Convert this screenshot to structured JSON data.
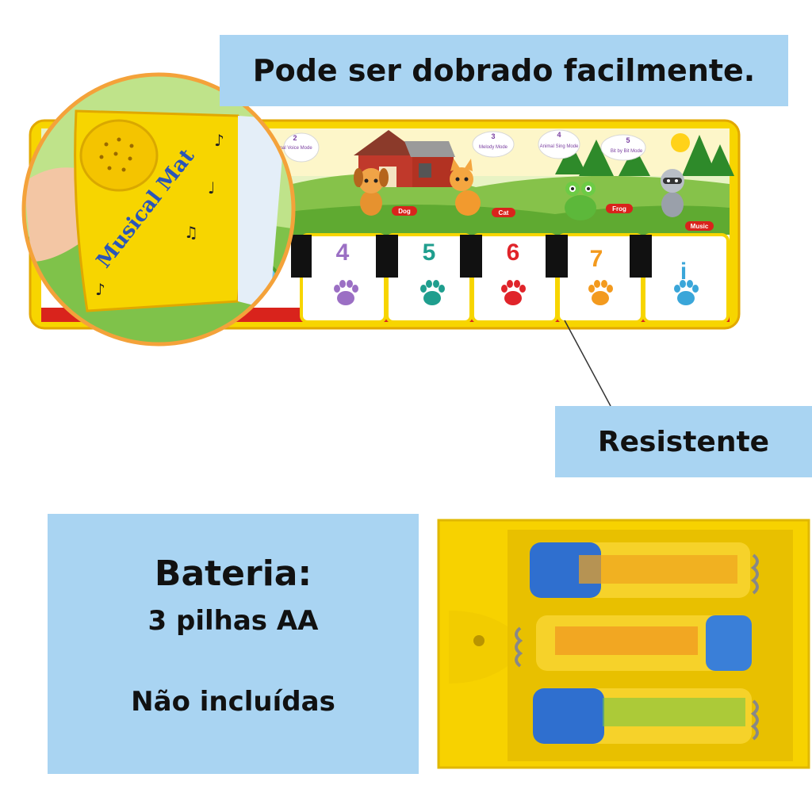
{
  "top_caption": "Pode ser dobrado facilmente.",
  "side_caption": "Resistente",
  "battery": {
    "title": "Bateria:",
    "count": "3 pilhas AA",
    "note": "Não incluídas"
  },
  "mat": {
    "brand_text": "Musical Mat",
    "mode_bubbles": [
      "2",
      "3",
      "4",
      "5"
    ],
    "mode_labels": [
      "Animal Voice Mode",
      "Melody Mode",
      "Animal Sing Mode",
      "Bit by Bit Mode"
    ],
    "animal_tags": [
      "Dog",
      "Cat",
      "Frog",
      "Music"
    ],
    "key_numbers": [
      "4",
      "5",
      "6",
      "7",
      "i"
    ],
    "key_colors": [
      "#9b6fc4",
      "#1f9e8e",
      "#e0242a",
      "#f39a1e",
      "#3aa6d9"
    ]
  },
  "colors": {
    "caption_bg": "#a9d4f2",
    "mat_yellow": "#f7d500",
    "mat_red": "#d9231c"
  }
}
